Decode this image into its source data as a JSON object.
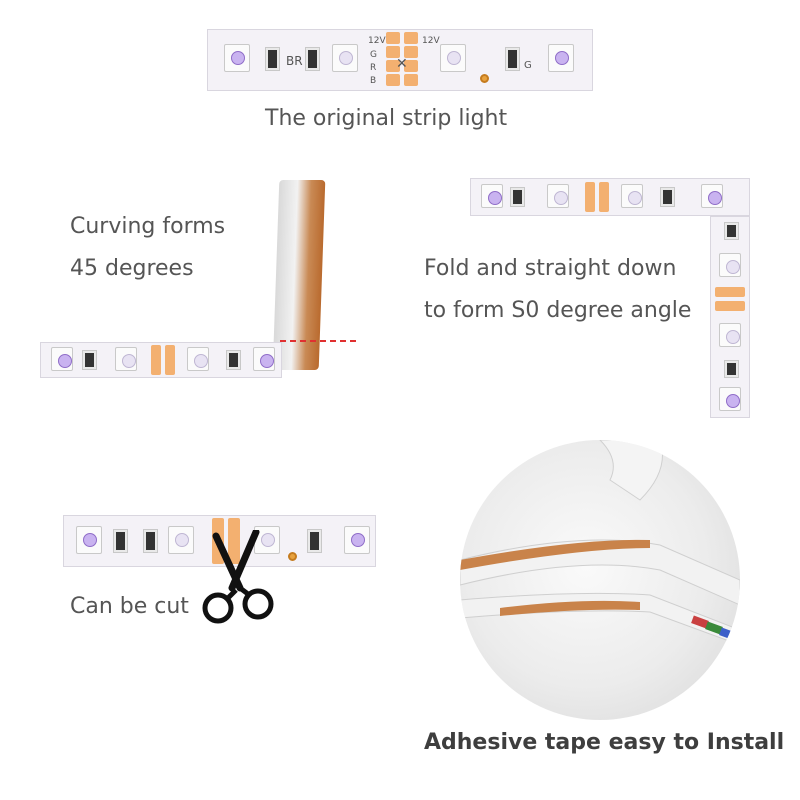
{
  "captions": {
    "original": "The original strip light",
    "curving_line1": "Curving forms",
    "curving_line2": "45 degrees",
    "fold_line1": "Fold and straight down",
    "fold_line2": "to form S0 degree angle",
    "cut": "Can be cut",
    "adhesive": "Adhesive tape easy to Install"
  },
  "strip_labels": {
    "voltage": "12V",
    "g": "G",
    "r": "R",
    "b": "B",
    "br": "BR",
    "g2": "G"
  },
  "icons": [
    "scissors-icon",
    "cut-marker-icon"
  ],
  "colors": {
    "pad": "#f3b070",
    "dashed_line": "#e03030",
    "strip": "#f4f2f7"
  }
}
